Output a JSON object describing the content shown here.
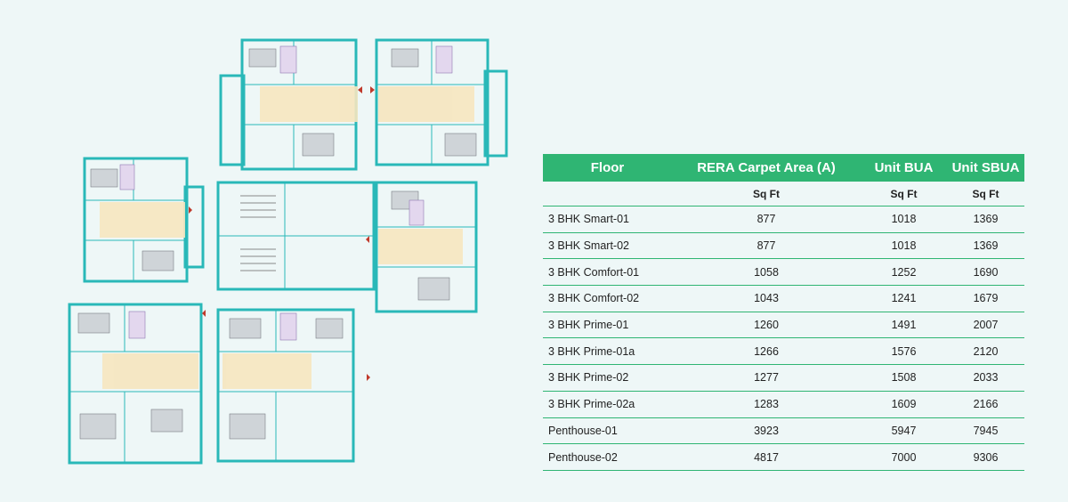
{
  "table": {
    "headers": [
      "Floor",
      "RERA Carpet Area (A)",
      "Unit BUA",
      "Unit SBUA"
    ],
    "units": [
      "",
      "Sq Ft",
      "Sq Ft",
      "Sq Ft"
    ],
    "rows": [
      [
        "3 BHK Smart-01",
        "877",
        "1018",
        "1369"
      ],
      [
        "3 BHK Smart-02",
        "877",
        "1018",
        "1369"
      ],
      [
        "3 BHK Comfort-01",
        "1058",
        "1252",
        "1690"
      ],
      [
        "3 BHK Comfort-02",
        "1043",
        "1241",
        "1679"
      ],
      [
        "3 BHK Prime-01",
        "1260",
        "1491",
        "2007"
      ],
      [
        "3 BHK Prime-01a",
        "1266",
        "1576",
        "2120"
      ],
      [
        "3 BHK Prime-02",
        "1277",
        "1508",
        "2033"
      ],
      [
        "3 BHK Prime-02a",
        "1283",
        "1609",
        "2166"
      ],
      [
        "Penthouse-01",
        "3923",
        "5947",
        "7945"
      ],
      [
        "Penthouse-02",
        "4817",
        "7000",
        "9306"
      ]
    ]
  },
  "colors": {
    "accent_green": "#2fb573",
    "wall_teal": "#29b8b8",
    "living_beige": "#f6e6bf",
    "background": "#eef7f7"
  }
}
